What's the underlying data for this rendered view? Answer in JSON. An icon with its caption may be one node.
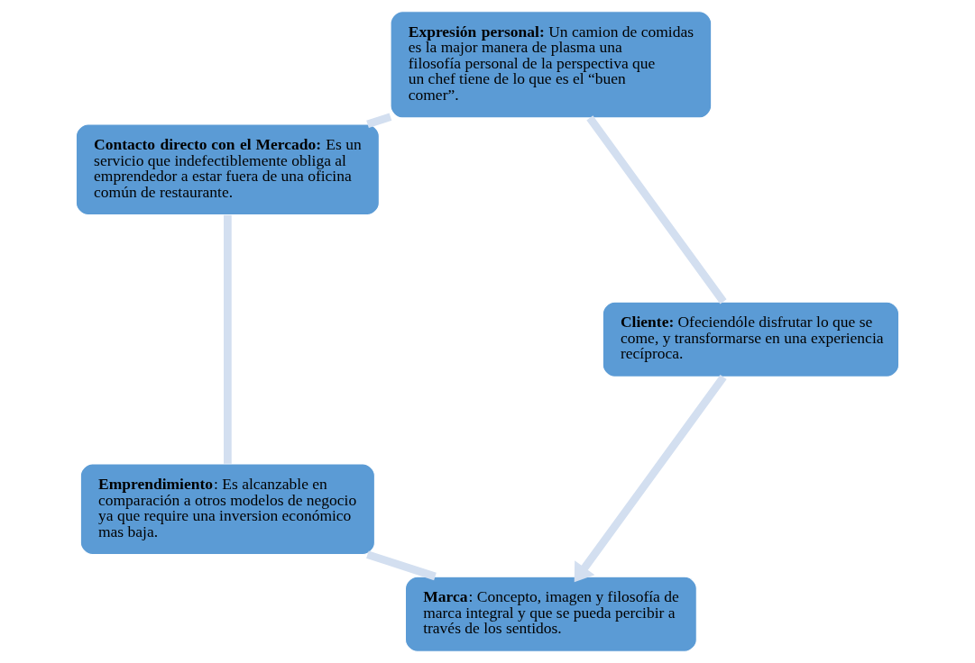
{
  "diagram": {
    "nodes": [
      {
        "text": [
          "**Marca**: Concepto, imagen y filosofía de marca integral y que se pueda percibir a través de los sentidos."
        ]
      },
      {
        "text": [
          "**Emprendimiento**: Es alcanzable en comparación a otros modelos de negocio ya que require una inversion económico mas baja."
        ]
      },
      {
        "text": [
          "**Contacto directo con el Mercado:** Es un servicio que indefectiblemente obliga al emprendedor a estar fuera de una oficina común de restaurante."
        ]
      },
      {
        "text": [
          "**Expresión personal:** Un camion de comidas es la major manera de plasma una filosofía personal de la perspectiva que un chef tiene de lo que es el “buen comer”."
        ]
      },
      {
        "text": [
          "**Cliente:** Ofeciendóle disfrutar lo que se come, y transformarse en una experiencia recíproca."
        ]
      }
    ],
    "edges": [
      {
        "from": 0,
        "to": 1,
        "arrow": "none"
      },
      {
        "from": 1,
        "to": 2,
        "arrow": "none"
      },
      {
        "from": 2,
        "to": 3,
        "arrow": "none"
      },
      {
        "from": 3,
        "to": 4,
        "arrow": "none"
      },
      {
        "from": 4,
        "to": 0,
        "arrow": "to"
      }
    ]
  }
}
